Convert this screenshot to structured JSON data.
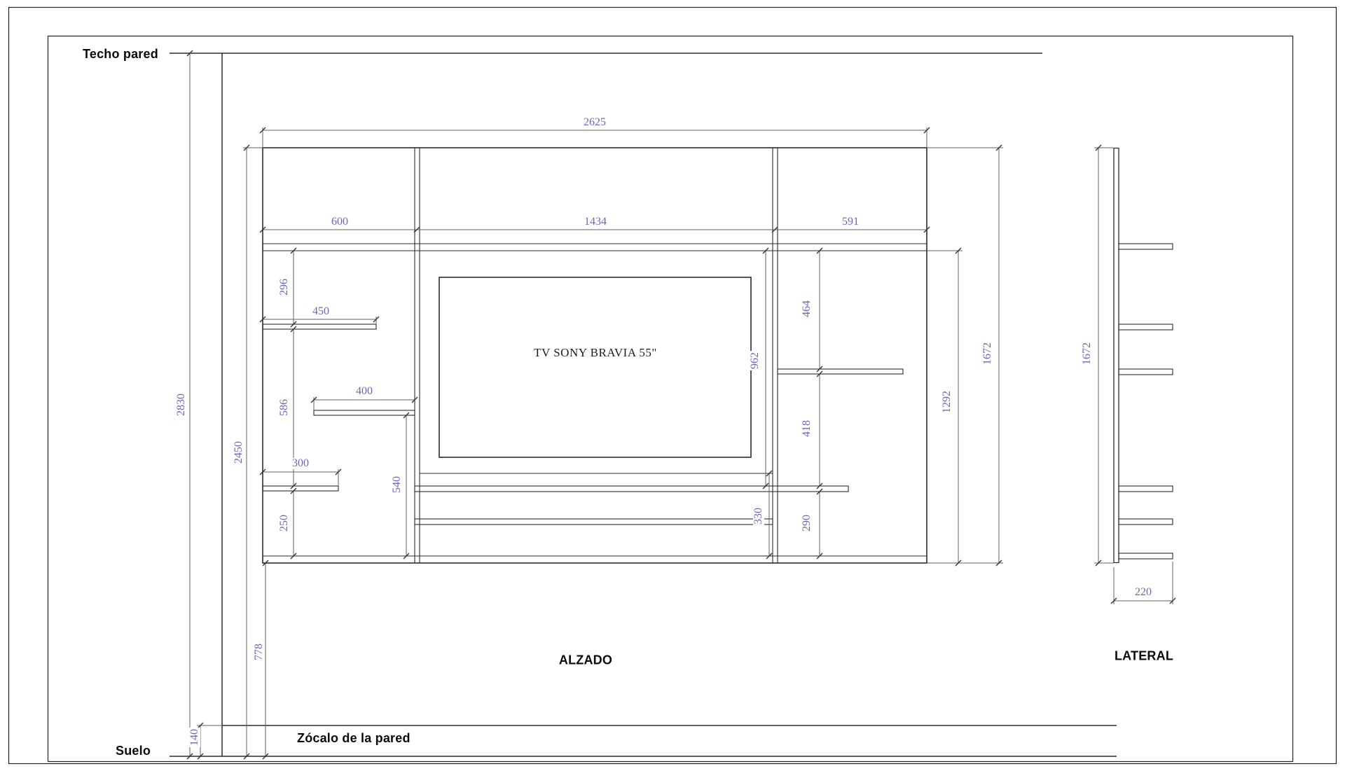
{
  "labels": {
    "techo_pared": "Techo pared",
    "suelo": "Suelo",
    "zocalo": "Zócalo de la pared",
    "alzado": "ALZADO",
    "lateral": "LATERAL",
    "tv": "TV SONY BRAVIA 55\""
  },
  "dims": {
    "d2625": "2625",
    "d600": "600",
    "d1434": "1434",
    "d591": "591",
    "d450": "450",
    "d400": "400",
    "d300": "300",
    "d296": "296",
    "d586": "586",
    "d250": "250",
    "d540": "540",
    "d962": "962",
    "d330": "330",
    "d464": "464",
    "d418": "418",
    "d290": "290",
    "d1292": "1292",
    "d1672_alzado": "1672",
    "d1672_lateral": "1672",
    "d2830": "2830",
    "d2450": "2450",
    "d778": "778",
    "d140": "140",
    "d220": "220"
  },
  "colors": {
    "dimension_text": "#6868bb",
    "drawing_line": "#2b2b2b"
  }
}
